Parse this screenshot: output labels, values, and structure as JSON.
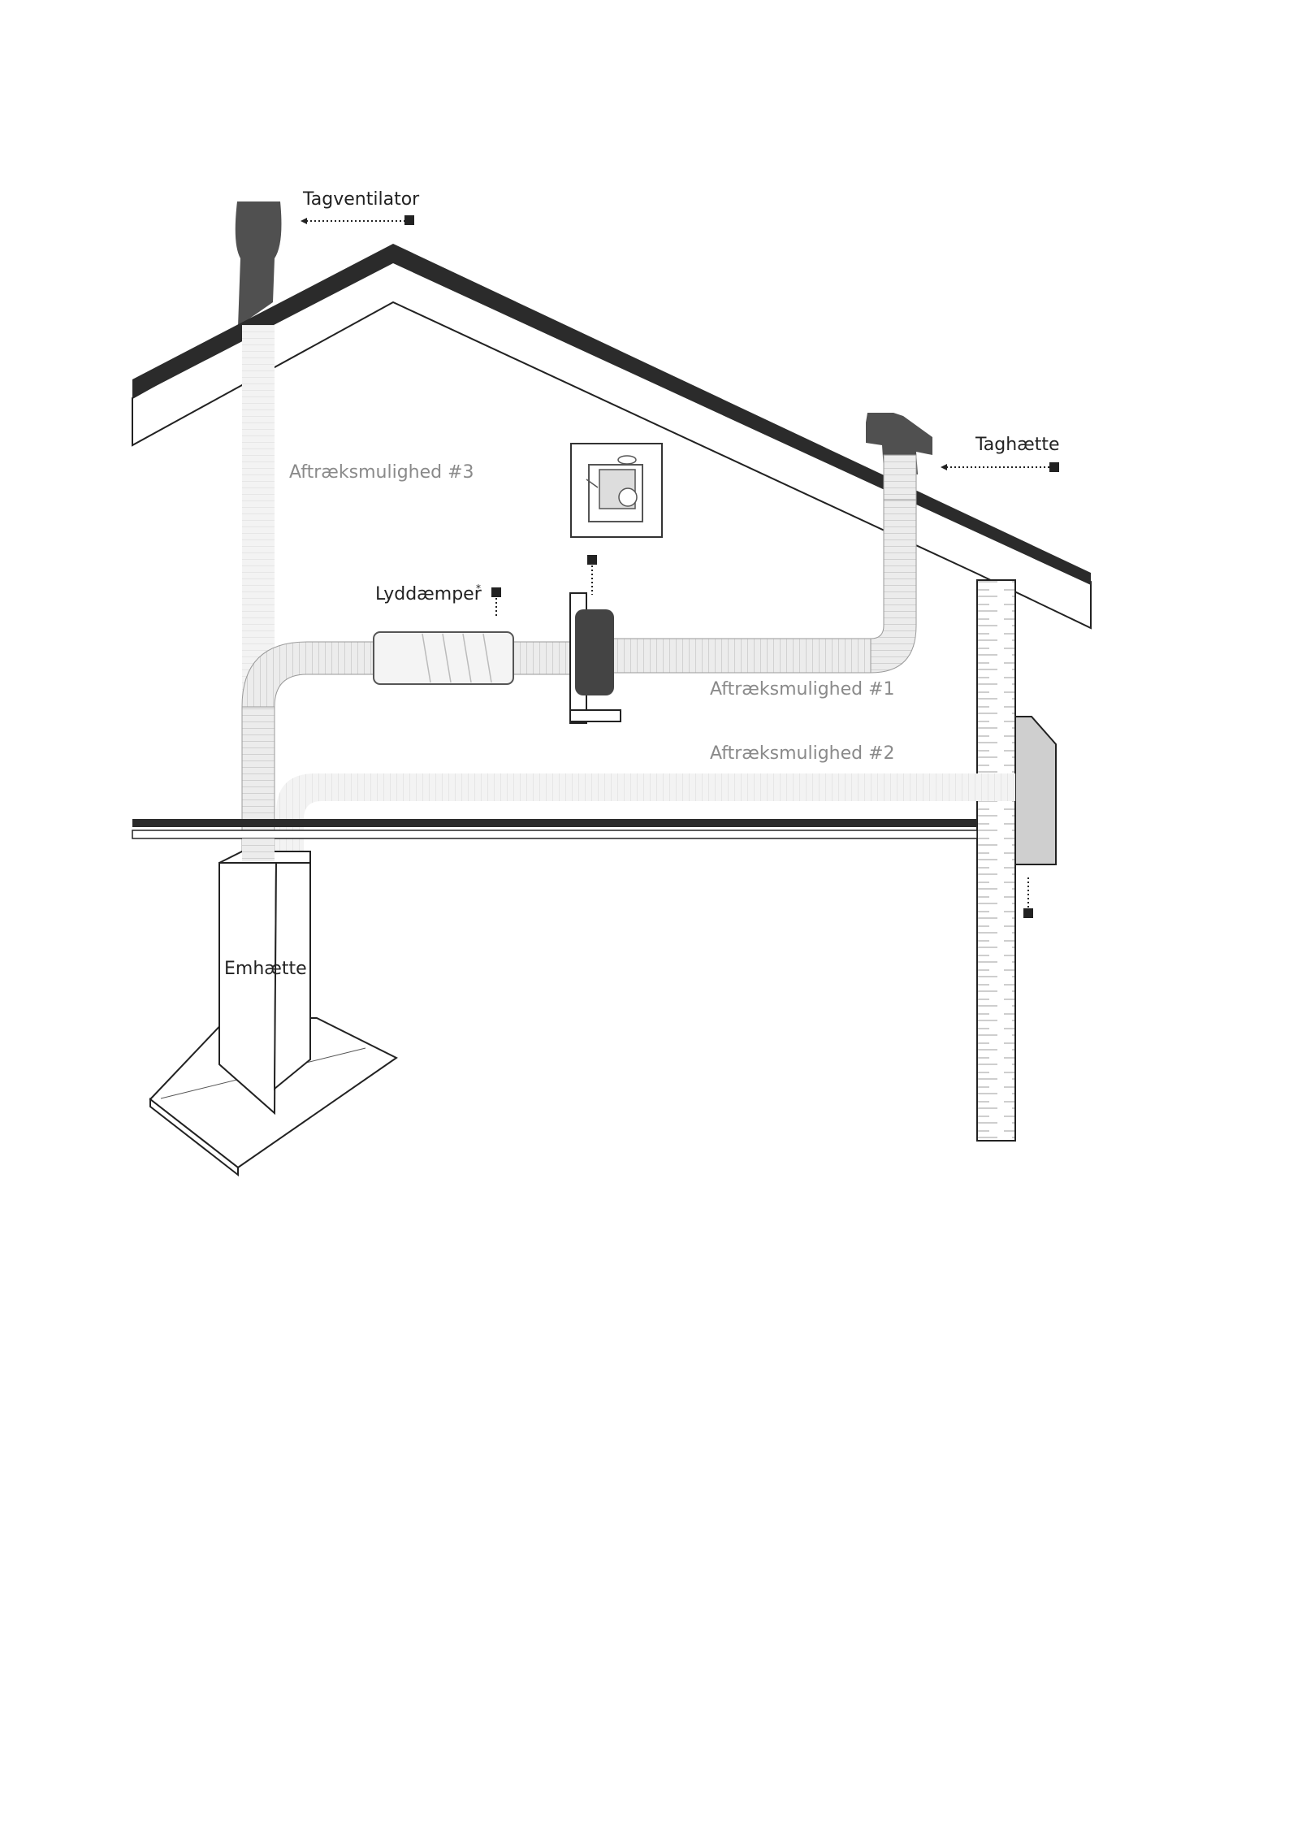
{
  "labels": {
    "roof_fan": "Tagventilator",
    "roof_cap": "Taghætte",
    "silencer": "Lyddæmper",
    "silencer_mark": "*",
    "hood": "Emhætte",
    "exhaust_1": "Aftræksmulighed #1",
    "exhaust_2": "Aftræksmulighed #2",
    "exhaust_3": "Aftræksmulighed #3"
  },
  "colors": {
    "ink": "#222222",
    "roof": "#2b2b2b",
    "duct": "#e6e6e6",
    "duct_faint": "#f1f1f1",
    "label_grey": "#8a8a8a",
    "wall_cap": "#d9d9d9"
  }
}
